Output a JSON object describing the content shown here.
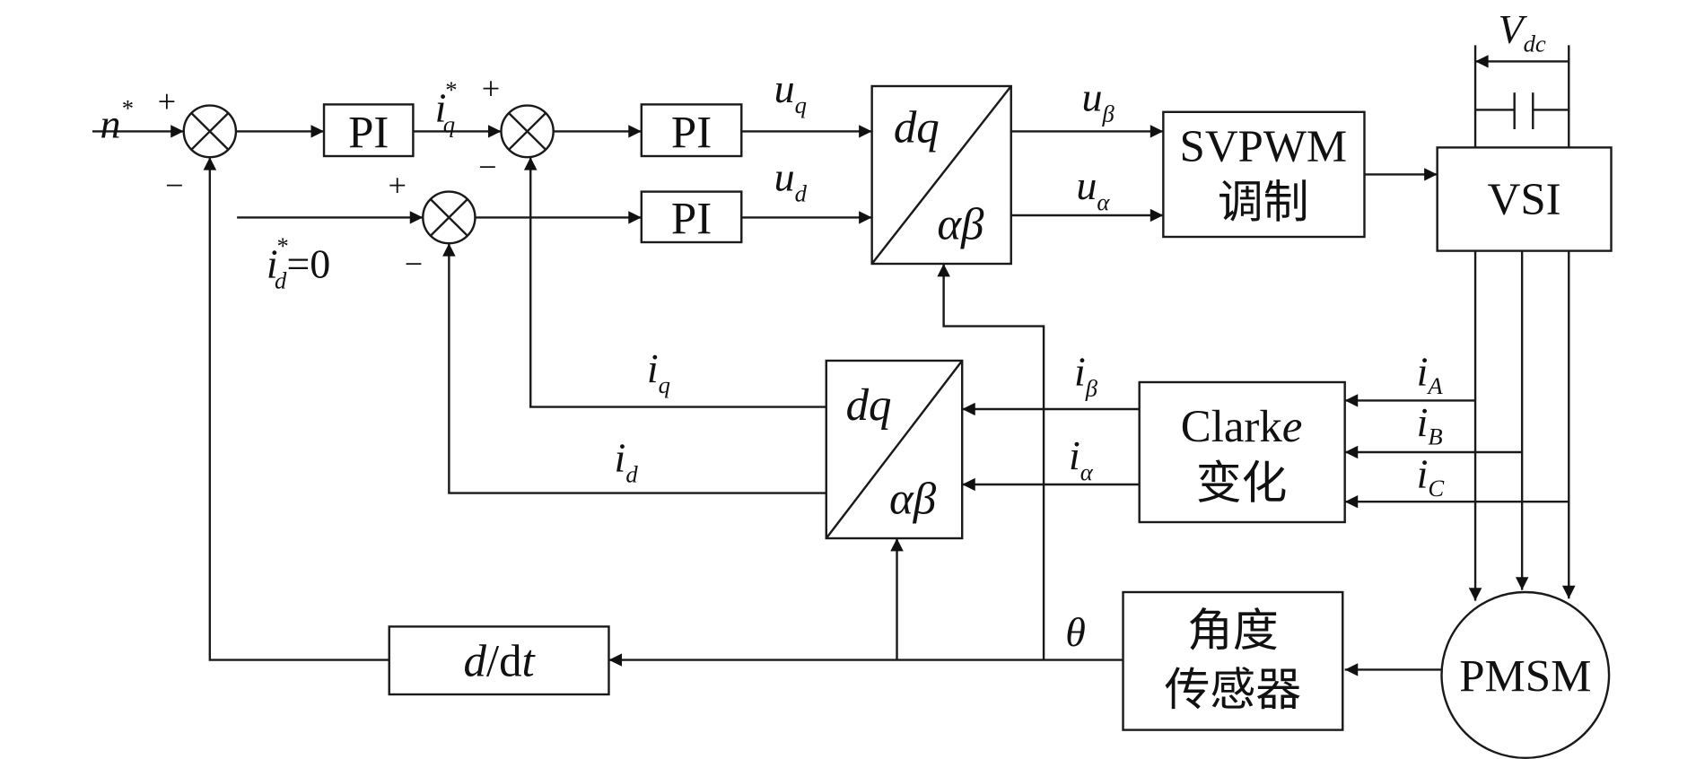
{
  "blocks": {
    "pi_speed": "PI",
    "pi_q": "PI",
    "pi_d": "PI",
    "park_inverse": {
      "top": "dq",
      "bottom": "αβ"
    },
    "svpwm": {
      "line1": "SVPWM",
      "line2": "调制"
    },
    "vsi": "VSI",
    "clarke": {
      "line1a": "Clark",
      "line1b": "e",
      "line2": "变化"
    },
    "park": {
      "top": "dq",
      "bottom": "αβ"
    },
    "angle_sensor": {
      "line1": "角度",
      "line2": "传感器"
    },
    "derivative": {
      "d": "d",
      "slash": "/d",
      "t": "t"
    },
    "motor": "PMSM"
  },
  "signals": {
    "n_ref": {
      "main": "n",
      "sup": "*"
    },
    "iq_ref": {
      "main": "i",
      "sub": "q",
      "sup": "*"
    },
    "id_ref": {
      "main": "i",
      "sub": "d",
      "sup": "*",
      "value": "=0"
    },
    "uq": {
      "main": "u",
      "sub": "q"
    },
    "ud": {
      "main": "u",
      "sub": "d"
    },
    "ubeta": {
      "main": "u",
      "sub": "β"
    },
    "ualpha": {
      "main": "u",
      "sub": "α"
    },
    "vdc": {
      "main": "V",
      "sub": "dc"
    },
    "iA": {
      "main": "i",
      "sub": "A"
    },
    "iB": {
      "main": "i",
      "sub": "B"
    },
    "iC": {
      "main": "i",
      "sub": "C"
    },
    "ibeta": {
      "main": "i",
      "sub": "β"
    },
    "ialpha": {
      "main": "i",
      "sub": "α"
    },
    "iq": {
      "main": "i",
      "sub": "q"
    },
    "id": {
      "main": "i",
      "sub": "d"
    },
    "theta": "θ"
  },
  "signs": {
    "plus": "+",
    "minus": "−"
  }
}
